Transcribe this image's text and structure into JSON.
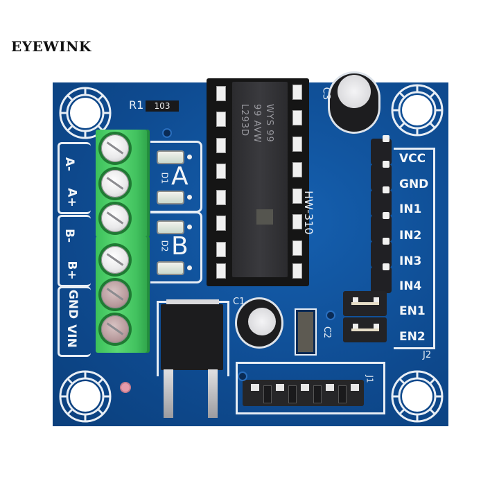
{
  "brand": "EYEWINK",
  "board": {
    "model": "HW-310",
    "color": "#0f4f96",
    "ic": {
      "part": "L293D",
      "markings": [
        "L293D",
        "99 AVW",
        "WYS 99"
      ]
    },
    "resistor_array": {
      "ref": "R1",
      "value": "103"
    },
    "leds": {
      "group_a": {
        "ref": "D1",
        "label": "A"
      },
      "group_b": {
        "ref": "D2",
        "label": "B"
      }
    },
    "capacitors": [
      {
        "ref": "C1"
      },
      {
        "ref": "C2"
      },
      {
        "ref": "C3"
      }
    ],
    "terminal_labels": [
      "A-",
      "A+",
      "B-",
      "B+",
      "GND",
      "VIN"
    ],
    "header_labels": [
      "VCC",
      "GND",
      "IN1",
      "IN2",
      "IN3",
      "IN4",
      "EN1",
      "EN2"
    ],
    "header_ref": "J2",
    "connector_ref": "J1"
  }
}
